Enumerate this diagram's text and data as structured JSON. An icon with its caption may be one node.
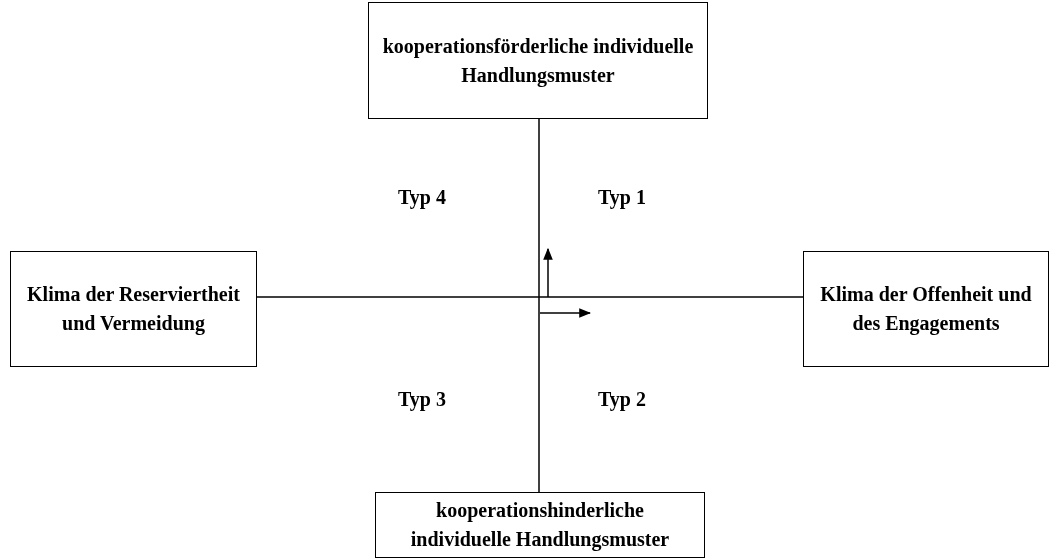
{
  "diagram": {
    "nodes": [
      {
        "text": [
          "kooperationsförderliche individuelle Handlungsmuster"
        ]
      },
      {
        "text": [
          "Klima der Reserviertheit und Vermeidung"
        ]
      },
      {
        "text": [
          "Klima der Offenheit und des Engagements"
        ]
      },
      {
        "text": [
          "kooperationshinderliche individuelle Handlungsmuster"
        ]
      }
    ],
    "edges": [
      {
        "from": 0,
        "to": 3,
        "arrow": "none"
      },
      {
        "from": 1,
        "to": 2,
        "arrow": "none"
      }
    ],
    "labels": [
      "Typ 4",
      "Typ 1",
      "Typ 3",
      "Typ 2"
    ]
  }
}
